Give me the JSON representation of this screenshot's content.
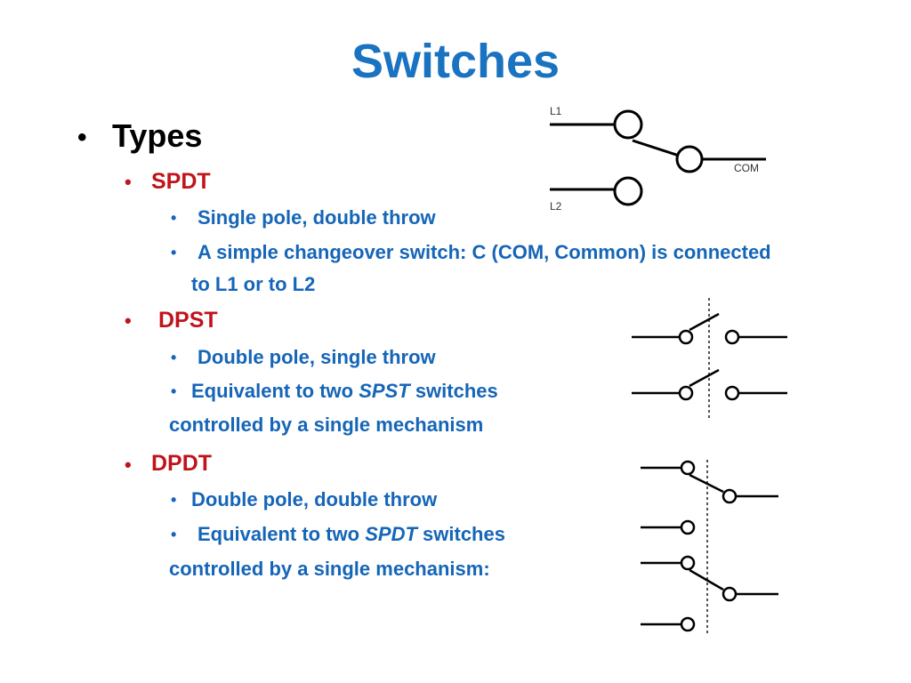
{
  "title": "Switches",
  "bullet_char": "•",
  "types": {
    "label": "Types",
    "spdt": {
      "label": "SPDT",
      "items": [
        "Single pole, double throw",
        "A simple changeover switch: C (COM, Common) is connected",
        "to L1 or to L2"
      ]
    },
    "dpst": {
      "label": "DPST",
      "item1": "Double pole, single throw",
      "item2_prefix": "Equivalent to two ",
      "item2_em": "SPST",
      "item2_suffix": " switches",
      "item2_cont": "controlled by a single mechanism"
    },
    "dpdt": {
      "label": "DPDT",
      "item1": "Double pole, double throw",
      "item2_prefix": "Equivalent to two ",
      "item2_em": "SPDT",
      "item2_suffix": " switches",
      "item2_cont": "controlled by a single mechanism:"
    }
  },
  "diagrams": {
    "spdt": {
      "l1": "L1",
      "l2": "L2",
      "com": "COM"
    }
  }
}
